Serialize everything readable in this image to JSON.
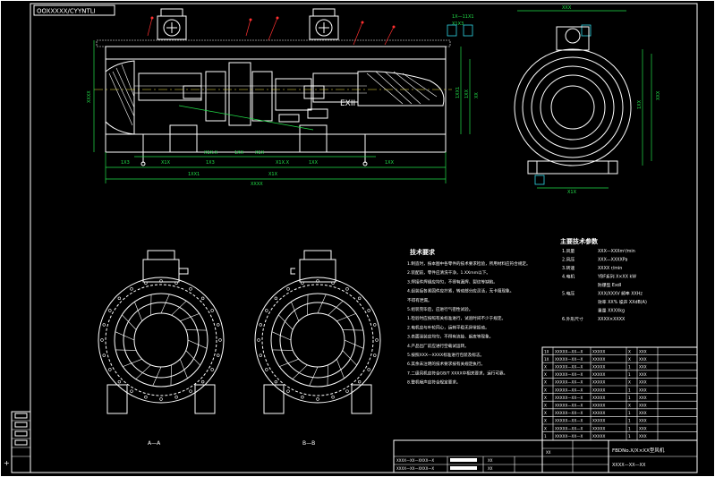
{
  "sheet": {
    "frame_tag": "OOXXXXX/CYYNTLI",
    "section_labels": {
      "left": "A—A",
      "right": "B—B"
    },
    "view_title": "EXII"
  },
  "dimensions": {
    "top_left": [
      "1X—11X1",
      "X1X3"
    ],
    "horizontal": [
      "1X3",
      "X1X",
      "1X3",
      "1XX",
      "X1X",
      "X1X.X",
      "1XX",
      "X1X.X",
      "1XX",
      "1XX1",
      "X1X",
      "XXXX"
    ],
    "vertical": [
      "XXXX",
      "1XX1",
      "1XX",
      "XX"
    ],
    "right_view": [
      "XXX",
      "1XX",
      "X1X",
      "XXX"
    ]
  },
  "notes": {
    "title": "技术要求",
    "lines": [
      "1.制造时，按本图中各零件的技术要求检验，所用材料应符合规定。",
      "2.装配前，零件应清洗干净，1.XXmm以下。",
      "3.焊接件焊缝应均匀，不得有漏焊、裂纹等缺陷。",
      "4.组装后各紧固件应拧紧，转动部分应灵活，无卡阻现象。",
      "不得有泄漏。",
      "5.组装完毕后，应进行气密性试验。",
      "1.检验时应按照有关标准进行，试验时间不少于规定。",
      "2.电机应与叶轮同心，运转平稳无异常振动。",
      "3.表面涂装应均匀，不得有流挂、起皮等现象。",
      "4.产品出厂前应进行空载试运转。",
      "5.按照XXX—XXXX标准进行包装及标志。",
      "6.其余未注明的技术要求按有关规定执行。",
      "7.二级风机应符合GB/T XXXX中相关要求，运行可靠。",
      "8.整机噪声应符合规定要求。"
    ]
  },
  "specs": {
    "title": "主要技术参数",
    "rows": [
      {
        "k": "1.风量",
        "v": "XXX—XXXm³/min"
      },
      {
        "k": "2.风压",
        "v": "XXX—XXXXPa"
      },
      {
        "k": "3.转速",
        "v": "XXXX r/min"
      },
      {
        "k": "4.电机",
        "v": "YBF系列 X×XX kW"
      },
      {
        "k": "",
        "v": "防爆型 ExdI"
      },
      {
        "k": "5.电压",
        "v": "XXX/XXXV    频率 XXHz"
      },
      {
        "k": "",
        "v": "效率 XX%   噪声 XXdB(A)"
      },
      {
        "k": "",
        "v": "重量 XXXXkg"
      },
      {
        "k": "6.外形尺寸",
        "v": "XXXX×XXXX"
      }
    ]
  },
  "parts_table": {
    "rows": [
      [
        "1X",
        "XXXXX—XX—X",
        "XXXXX",
        "X",
        "XXX",
        ""
      ],
      [
        "1X",
        "XXXXX—XX—X",
        "XXXXX",
        "X",
        "XXX",
        ""
      ],
      [
        "X",
        "XXXXX—XX—X",
        "XXXXX",
        "1",
        "XXX",
        ""
      ],
      [
        "X",
        "XXXXX—XX—X",
        "XXXXX",
        "1",
        "XXX",
        ""
      ],
      [
        "X",
        "XXXXX—XX—X",
        "XXXXX",
        "X",
        "XXX",
        ""
      ],
      [
        "X",
        "XXXXX—XX—X",
        "XXXXX",
        "1",
        "XXX",
        ""
      ],
      [
        "X",
        "XXXXX—XX—X",
        "XXXXX",
        "1",
        "XXX",
        ""
      ],
      [
        "X",
        "XXXXX—XX—X",
        "XXXXX",
        "X",
        "XXX",
        ""
      ],
      [
        "X",
        "XXXXX—XX—X",
        "XXXXX",
        "1",
        "XXX",
        ""
      ],
      [
        "X",
        "XXXXX—XX—X",
        "XXXXX",
        "1",
        "XXX",
        ""
      ],
      [
        "X",
        "XXXXX—XX—X",
        "XXXXX",
        "1",
        "XXX",
        ""
      ],
      [
        "1",
        "XXXXX—XX—X",
        "XXXXX",
        "1",
        "XXX",
        ""
      ]
    ]
  },
  "title_block": {
    "drawing_name": "FBDNo.X/X×XX型风机",
    "code": "XXXX—XX—XX",
    "left_rows": [
      "XXXX—XX—XXXX—X",
      "XXXX—XX—XXXX—X"
    ],
    "stamp_rows": [
      "XX",
      "XX",
      "XX"
    ]
  }
}
